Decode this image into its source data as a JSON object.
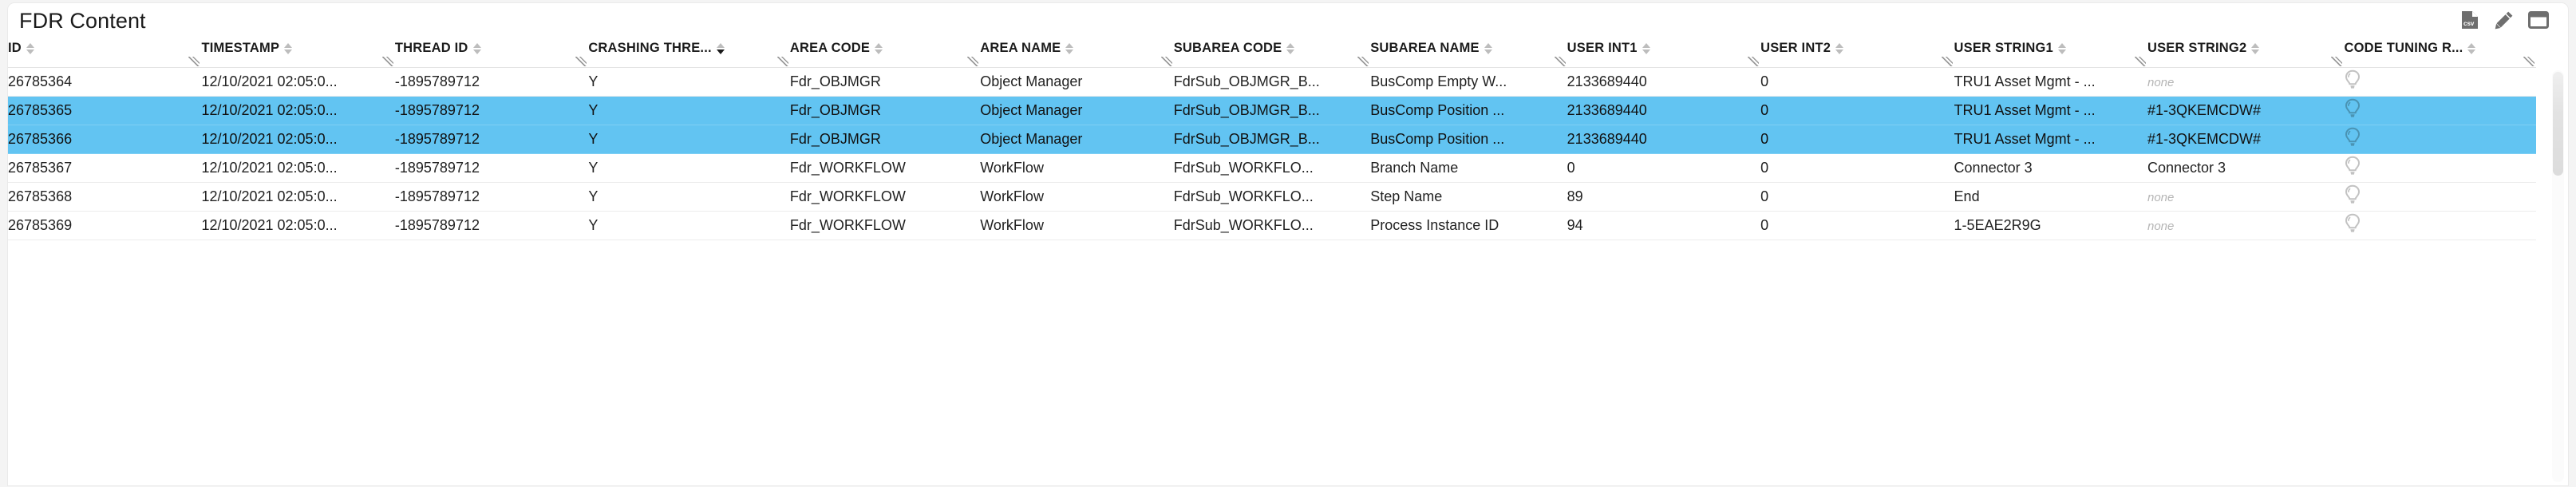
{
  "panel": {
    "title": "FDR Content"
  },
  "toolbar": {
    "items": [
      {
        "name": "export-csv-icon",
        "label": "csv"
      },
      {
        "name": "edit-pencil-icon",
        "label": "Edit"
      },
      {
        "name": "layout-window-icon",
        "label": "Layout"
      }
    ]
  },
  "table": {
    "columns": [
      {
        "key": "id",
        "label": "ID",
        "sort": "none",
        "width": 120
      },
      {
        "key": "timestamp",
        "label": "TIMESTAMP",
        "sort": "none",
        "width": 120
      },
      {
        "key": "thread_id",
        "label": "THREAD ID",
        "sort": "none",
        "width": 120
      },
      {
        "key": "crashing_thre",
        "label": "CRASHING THRE...",
        "sort": "desc",
        "width": 125
      },
      {
        "key": "area_code",
        "label": "AREA CODE",
        "sort": "none",
        "width": 118
      },
      {
        "key": "area_name",
        "label": "AREA NAME",
        "sort": "none",
        "width": 120
      },
      {
        "key": "subarea_code",
        "label": "SUBAREA CODE",
        "sort": "none",
        "width": 122
      },
      {
        "key": "subarea_name",
        "label": "SUBAREA NAME",
        "sort": "none",
        "width": 122
      },
      {
        "key": "user_int1",
        "label": "USER INT1",
        "sort": "none",
        "width": 120
      },
      {
        "key": "user_int2",
        "label": "USER INT2",
        "sort": "none",
        "width": 120
      },
      {
        "key": "user_string1",
        "label": "USER STRING1",
        "sort": "none",
        "width": 120
      },
      {
        "key": "user_string2",
        "label": "USER STRING2",
        "sort": "none",
        "width": 122
      },
      {
        "key": "code_tuning_r",
        "label": "CODE TUNING R...",
        "sort": "none",
        "width": 119
      }
    ],
    "empty_value_text": "none",
    "rows": [
      {
        "selected": false,
        "cells": {
          "id": "26785364",
          "timestamp": "12/10/2021 02:05:0...",
          "thread_id": "-1895789712",
          "crashing_thre": "Y",
          "area_code": "Fdr_OBJMGR",
          "area_name": "Object Manager",
          "subarea_code": "FdrSub_OBJMGR_B...",
          "subarea_name": "BusComp Empty W...",
          "user_int1": "2133689440",
          "user_int2": "0",
          "user_string1": "TRU1 Asset Mgmt - ...",
          "user_string2": "none",
          "code_tuning_r": "lightbulb-icon"
        },
        "empty": [
          "user_string2"
        ]
      },
      {
        "selected": true,
        "cells": {
          "id": "26785365",
          "timestamp": "12/10/2021 02:05:0...",
          "thread_id": "-1895789712",
          "crashing_thre": "Y",
          "area_code": "Fdr_OBJMGR",
          "area_name": "Object Manager",
          "subarea_code": "FdrSub_OBJMGR_B...",
          "subarea_name": "BusComp Position ...",
          "user_int1": "2133689440",
          "user_int2": "0",
          "user_string1": "TRU1 Asset Mgmt - ...",
          "user_string2": "#1-3QKEMCDW#",
          "code_tuning_r": "lightbulb-icon"
        },
        "empty": []
      },
      {
        "selected": true,
        "cells": {
          "id": "26785366",
          "timestamp": "12/10/2021 02:05:0...",
          "thread_id": "-1895789712",
          "crashing_thre": "Y",
          "area_code": "Fdr_OBJMGR",
          "area_name": "Object Manager",
          "subarea_code": "FdrSub_OBJMGR_B...",
          "subarea_name": "BusComp Position ...",
          "user_int1": "2133689440",
          "user_int2": "0",
          "user_string1": "TRU1 Asset Mgmt - ...",
          "user_string2": "#1-3QKEMCDW#",
          "code_tuning_r": "lightbulb-icon"
        },
        "empty": []
      },
      {
        "selected": false,
        "cells": {
          "id": "26785367",
          "timestamp": "12/10/2021 02:05:0...",
          "thread_id": "-1895789712",
          "crashing_thre": "Y",
          "area_code": "Fdr_WORKFLOW",
          "area_name": "WorkFlow",
          "subarea_code": "FdrSub_WORKFLO...",
          "subarea_name": "Branch Name",
          "user_int1": "0",
          "user_int2": "0",
          "user_string1": "Connector 3",
          "user_string2": "Connector 3",
          "code_tuning_r": "lightbulb-icon"
        },
        "empty": []
      },
      {
        "selected": false,
        "cells": {
          "id": "26785368",
          "timestamp": "12/10/2021 02:05:0...",
          "thread_id": "-1895789712",
          "crashing_thre": "Y",
          "area_code": "Fdr_WORKFLOW",
          "area_name": "WorkFlow",
          "subarea_code": "FdrSub_WORKFLO...",
          "subarea_name": "Step Name",
          "user_int1": "89",
          "user_int2": "0",
          "user_string1": "End",
          "user_string2": "none",
          "code_tuning_r": "lightbulb-icon"
        },
        "empty": [
          "user_string2"
        ]
      },
      {
        "selected": false,
        "cells": {
          "id": "26785369",
          "timestamp": "12/10/2021 02:05:0...",
          "thread_id": "-1895789712",
          "crashing_thre": "Y",
          "area_code": "Fdr_WORKFLOW",
          "area_name": "WorkFlow",
          "subarea_code": "FdrSub_WORKFLO...",
          "subarea_name": "Process Instance ID",
          "user_int1": "94",
          "user_int2": "0",
          "user_string1": "1-5EAE2R9G",
          "user_string2": "none",
          "code_tuning_r": "lightbulb-icon"
        },
        "empty": [
          "user_string2"
        ]
      }
    ]
  },
  "colors": {
    "selection": "#62c4f2",
    "panel_background": "#ffffff",
    "page_background": "#f4f4f4",
    "header_text": "#1c1c1c",
    "cell_text": "#222222",
    "muted_text": "#b5b5b5",
    "icon_gray": "#6e6e6e"
  },
  "scrollbar": {
    "orientation": "vertical",
    "thumb_position": "top"
  }
}
